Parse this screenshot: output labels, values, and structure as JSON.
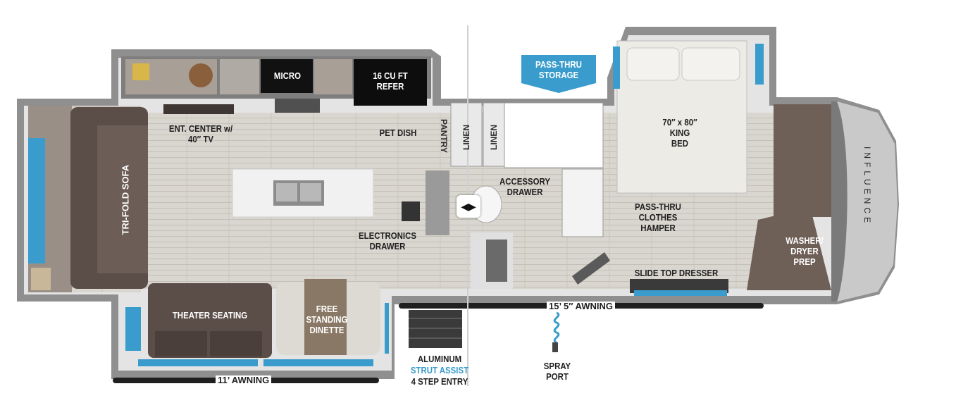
{
  "floorplan": {
    "brand": "INFLUENCE",
    "colors": {
      "wall": "#8c8c8c",
      "floor": "#d6d3cc",
      "sofa": "#5b4e48",
      "window": "#3a9ccc",
      "callout": "#3a9ccc"
    },
    "labels": {
      "micro": "MICRO",
      "refer": "16 CU FT\nREFER",
      "ent_center": "ENT. CENTER w/\n40″ TV",
      "pet_dish": "PET DISH",
      "pantry": "PANTRY",
      "linen_1": "LINEN",
      "linen_2": "LINEN",
      "tri_fold_sofa": "TRI-FOLD SOFA",
      "electronics_drawer": "ELECTRONICS\nDRAWER",
      "accessory_drawer": "ACCESSORY\nDRAWER",
      "pass_thru_storage": "PASS-THRU\nSTORAGE",
      "king_bed": "70″ x 80″\nKING\nBED",
      "clothes_hamper": "PASS-THRU\nCLOTHES\nHAMPER",
      "washer_dryer": "WASHER/\nDRYER\nPREP",
      "slide_top_dresser": "SLIDE TOP DRESSER",
      "theater_seating": "THEATER SEATING",
      "dinette": "FREE\nSTANDING\nDINETTE",
      "awning_front": "15’ 5″ AWNING",
      "awning_rear": "11’ AWNING",
      "entry_1": "ALUMINUM",
      "entry_2": "STRUT ASSIST",
      "entry_3": "4 STEP ENTRY",
      "spray_port": "SPRAY\nPORT"
    },
    "view_toggle_icon": "left-right-arrows-icon"
  }
}
